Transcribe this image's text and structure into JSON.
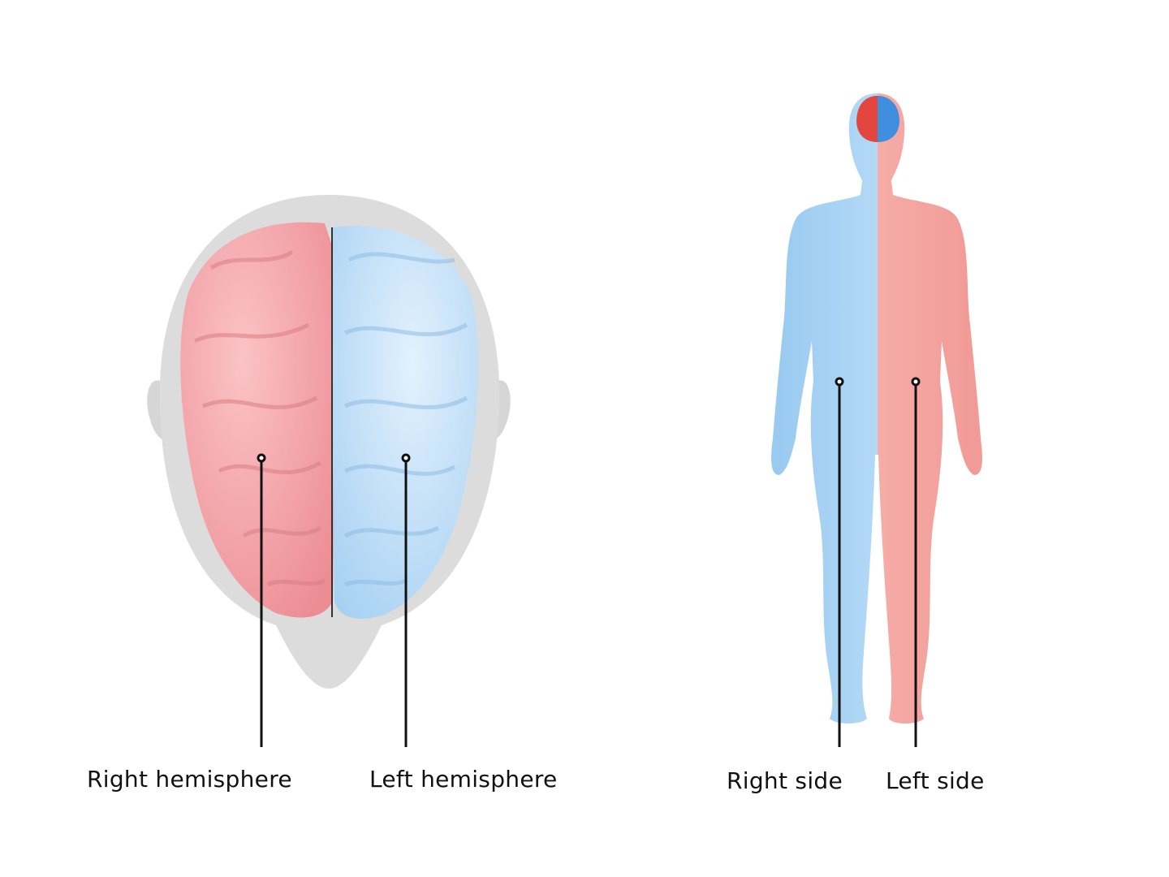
{
  "labels": {
    "right_hemisphere": "Right hemisphere",
    "left_hemisphere": "Left hemisphere",
    "right_side": "Right side",
    "left_side": "Left side"
  },
  "colors": {
    "right_hemisphere": "#f4a0a6",
    "left_hemisphere": "#b9dcf7",
    "body_right_side": "#9cccf2",
    "body_left_side": "#f2a09c",
    "head": "#dcdcdc",
    "leader_line": "#111111"
  }
}
